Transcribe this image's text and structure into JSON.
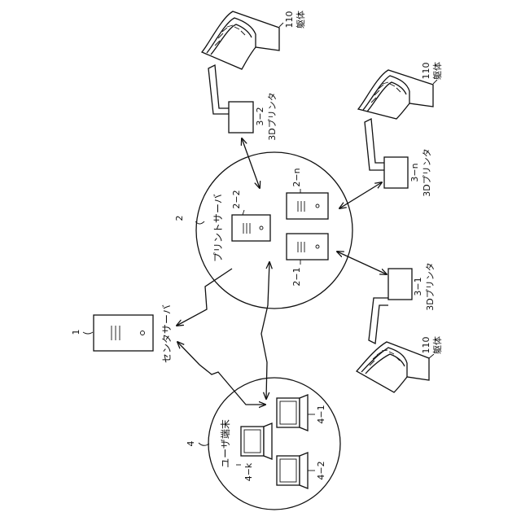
{
  "labels": {
    "center_server_num": "1",
    "center_server_name": "センタサーバ",
    "print_server_num": "2",
    "print_server_name": "プリントサーバ",
    "ps_2_1": "2−1",
    "ps_2_2": "2−2",
    "ps_2_n": "2−n",
    "printer_3_1_num": "3−1",
    "printer_3_2_num": "3−2",
    "printer_3_n_num": "3−n",
    "printer_name": "3Dプリンタ",
    "housing_num": "110",
    "housing_name": "躯体",
    "user_terminal_num": "4",
    "user_terminal_name": "ユーザ端末",
    "ut_4_1": "4−1",
    "ut_4_2": "4−2",
    "ut_4_k": "4−k"
  }
}
